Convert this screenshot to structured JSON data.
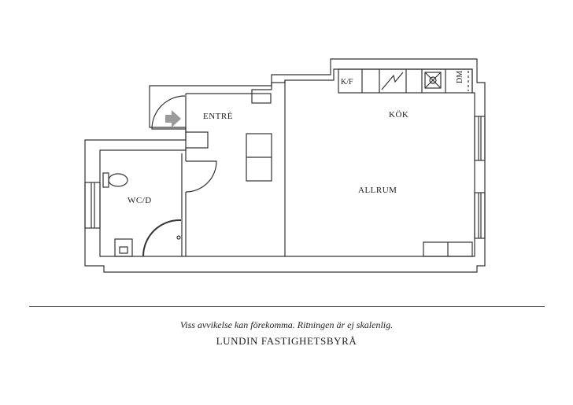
{
  "floorplan": {
    "rooms": {
      "entre": "ENTRÉ",
      "kok": "KÖK",
      "allrum": "ALLRUM",
      "wcd": "WC/D"
    },
    "appliances": {
      "kf": "K/F",
      "dm": "DM"
    }
  },
  "footer": {
    "disclaimer": "Viss avvikelse kan förekomma. Ritningen är ej skalenlig.",
    "brand": "LUNDIN FASTIGHETSBYRÅ"
  },
  "colors": {
    "line": "#333333",
    "arrow": "#9a9a9a",
    "background": "#ffffff"
  }
}
